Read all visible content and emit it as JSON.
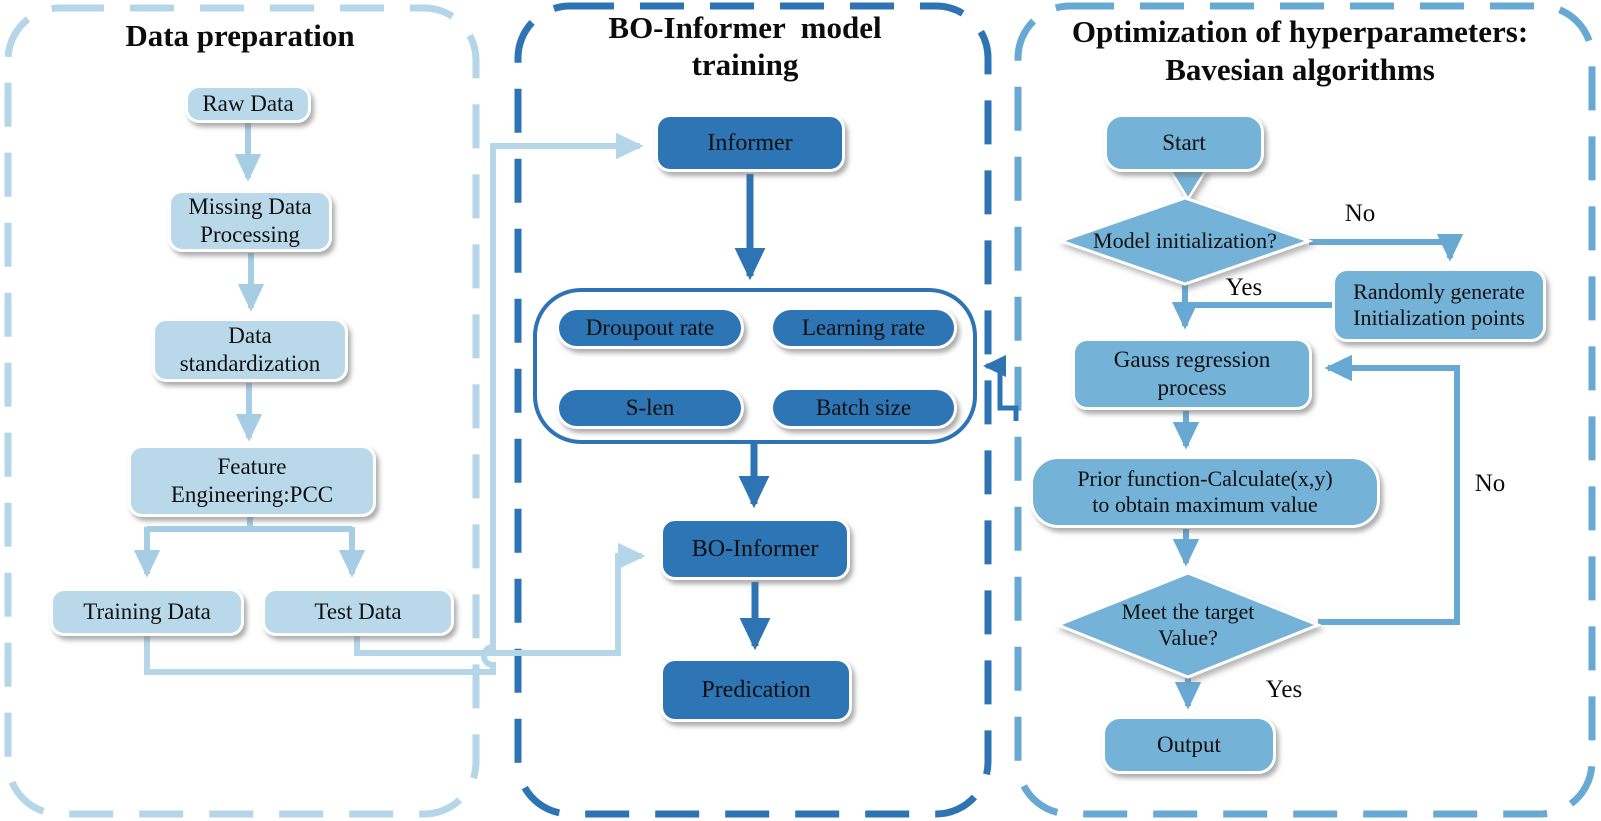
{
  "colors": {
    "panel_left_border": "#b5d5e8",
    "panel_middle_border": "#2e74b5",
    "panel_right_border": "#68a9d3",
    "light_box_fill": "#b9d9ea",
    "dark_box_fill": "#2e75b6",
    "medium_box_fill": "#74b2d7",
    "light_arrow": "#a6cde4",
    "light_connector": "#b5d5e8",
    "dark_arrow": "#2e74b5",
    "medium_arrow": "#68a9d3",
    "text": "#111111"
  },
  "left": {
    "title": "Data preparation",
    "raw_data": "Raw Data",
    "missing_line1": "Missing Data",
    "missing_line2": "Processing",
    "std_line1": "Data",
    "std_line2": "standardization",
    "feature_line1": "Feature",
    "feature_line2": "Engineering:PCC",
    "training_data": "Training Data",
    "test_data": "Test Data"
  },
  "middle": {
    "title_line1": "BO-Informer  model",
    "title_line2": "training",
    "informer": "Informer",
    "droupout_rate": "Droupout rate",
    "learning_rate": "Learning rate",
    "s_len": "S-len",
    "batch_size": "Batch size",
    "bo_informer": "BO-Informer",
    "predication": "Predication"
  },
  "right": {
    "title_line1": "Optimization of hyperparameters:",
    "title_line2": "Bavesian algorithms",
    "start": "Start",
    "model_init": "Model initialization?",
    "random_line1": "Randomly generate",
    "random_line2": "Initialization points",
    "gauss_line1": "Gauss regression",
    "gauss_line2": "process",
    "prior_line1": "Prior function-Calculate(x,y)",
    "prior_line2": "to obtain maximum value",
    "meet_line1": "Meet the target",
    "meet_line2": "Value?",
    "output": "Output",
    "no_top": "No",
    "yes_top": "Yes",
    "no_loop": "No",
    "yes_bottom": "Yes"
  }
}
